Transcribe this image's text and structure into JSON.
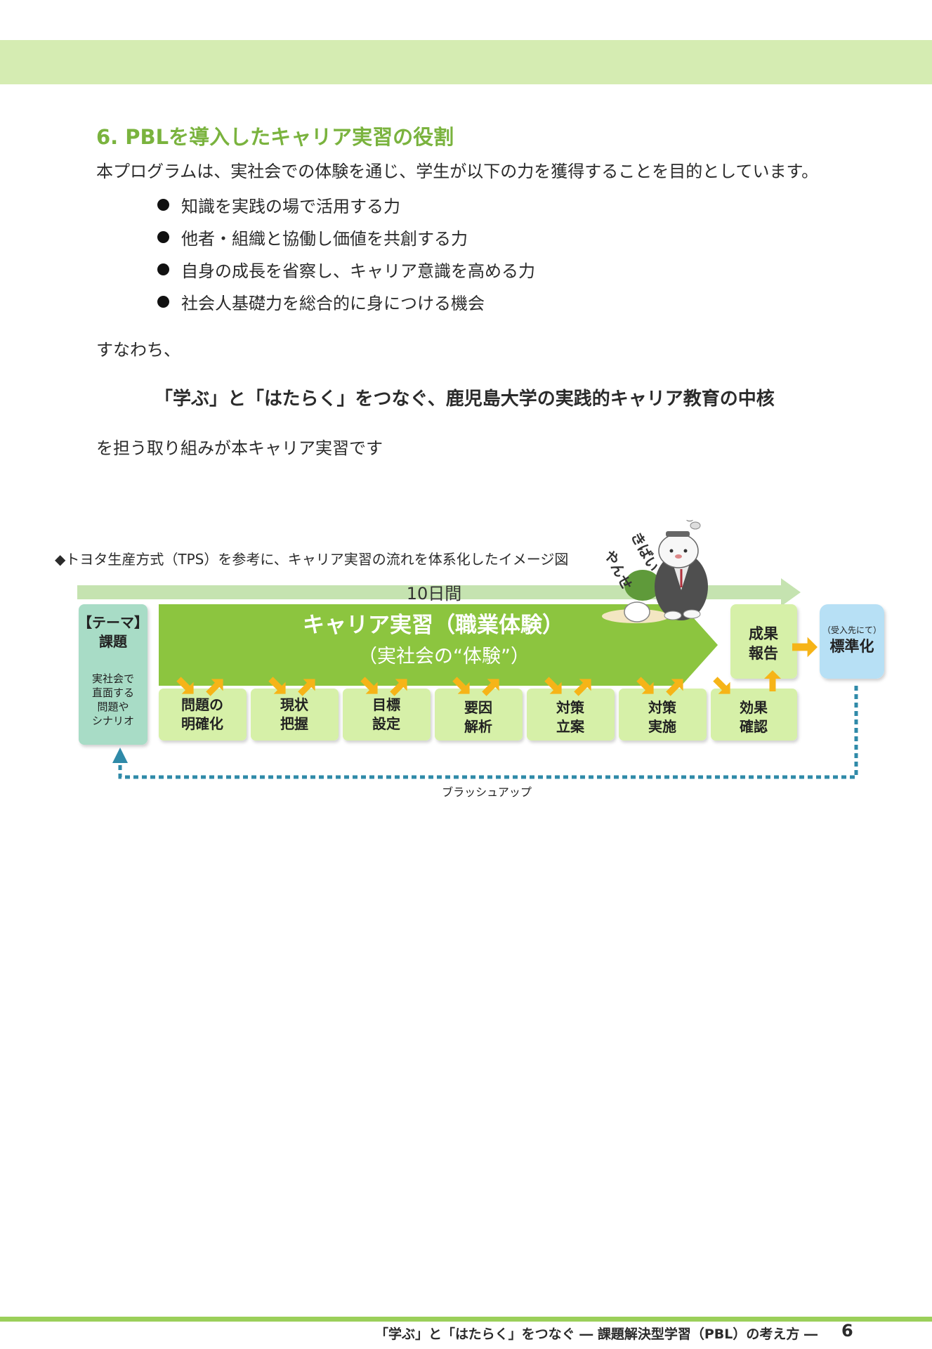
{
  "section": {
    "title": "6. PBLを導入したキャリア実習の役割",
    "intro": "本プログラムは、実社会での体験を通じ、学生が以下の力を獲得することを目的としています。",
    "bullets": [
      "知識を実践の場で活用する力",
      "他者・組織と協働し価値を共創する力",
      "自身の成長を省察し、キャリア意識を高める力",
      "社会人基礎力を総合的に身につける機会"
    ],
    "namely": "すなわち、",
    "core_statement": "「学ぶ」と「はたらく」をつなぐ、鹿児島大学の実践的キャリア教育の中核",
    "closing": "を担う取り組みが本キャリア実習です"
  },
  "figure": {
    "caption": "◆トヨタ生産方式（TPS）を参考に、キャリア実習の流れを体系化したイメージ図",
    "duration": "10日間",
    "theme_box": {
      "title_line1": "【テーマ】",
      "title_line2": "課題",
      "desc_lines": [
        "実社会で",
        "直面する",
        "問題や",
        "シナリオ"
      ]
    },
    "main_arrow": {
      "title": "キャリア実習（職業体験）",
      "subtitle": "（実社会の“体験”）"
    },
    "report_box": [
      "成果",
      "報告"
    ],
    "standard_box": {
      "note": "（受入先にて）",
      "label": "標準化"
    },
    "steps": [
      [
        "問題の",
        "明確化"
      ],
      [
        "現状",
        "把握"
      ],
      [
        "目標",
        "設定"
      ],
      [
        "要因",
        "解析"
      ],
      [
        "対策",
        "立案"
      ],
      [
        "対策",
        "実施"
      ],
      [
        "効果",
        "確認"
      ]
    ],
    "feedback_label": "ブラッシュアップ",
    "mascot_text": [
      "きばい",
      "やんせ"
    ]
  },
  "footer": {
    "text": "「学ぶ」と「はたらく」をつなぐ ― 課題解決型学習（PBL）の考え方 ―",
    "page": "6"
  },
  "colors": {
    "header_band": "#d5ecb2",
    "title_green": "#7ab33e",
    "main_arrow": "#8cc53f",
    "step_box": "#d6f0a8",
    "theme_box": "#a8dcc6",
    "standard_box": "#b7e0f5",
    "orange_arrow": "#f6b418",
    "feedback_line": "#2f8aa8"
  }
}
